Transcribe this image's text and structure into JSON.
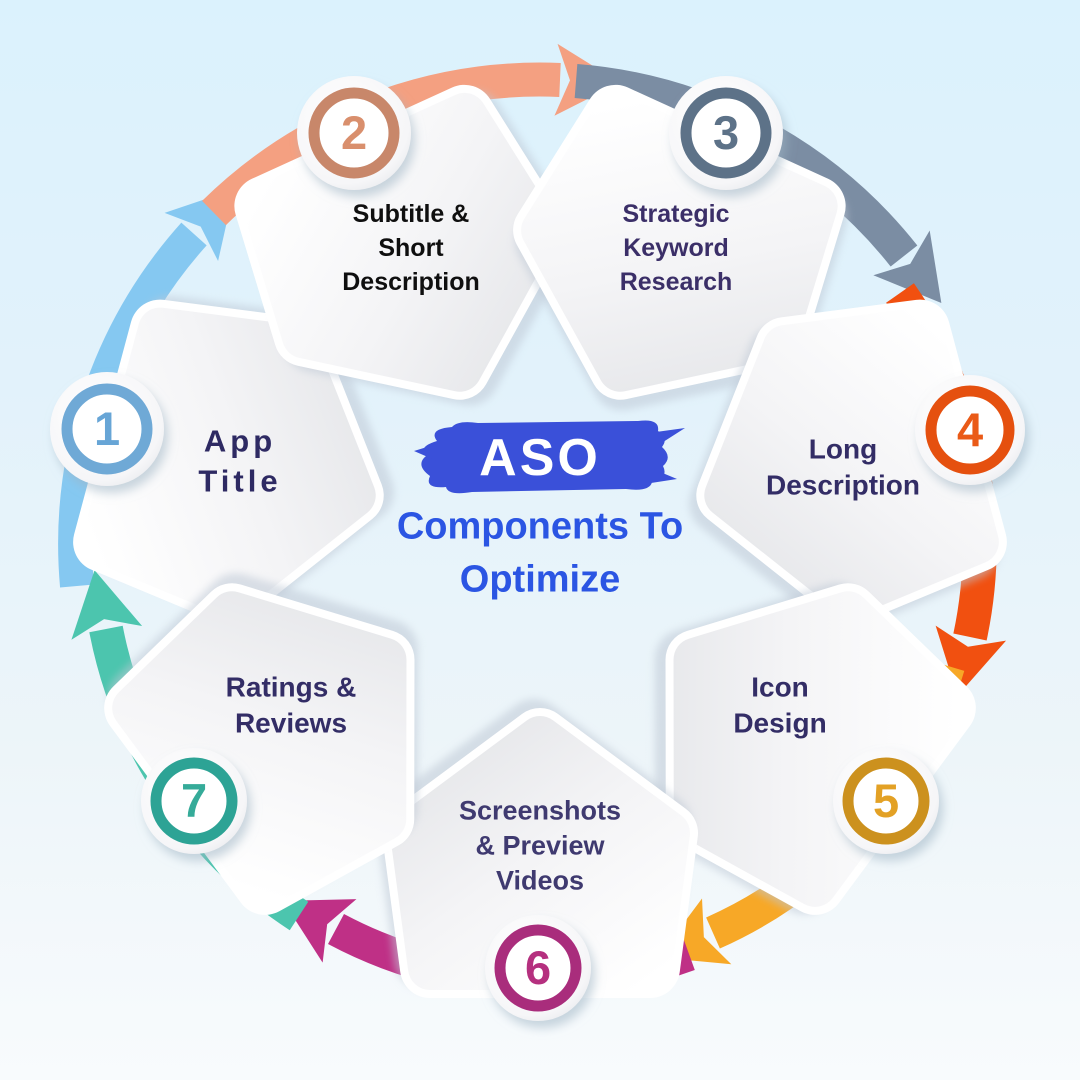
{
  "center": {
    "badge_text": "ASO",
    "badge_color": "#3a50d9",
    "badge_text_color": "#ffffff",
    "title_line1": "Components To",
    "title_line2": "Optimize",
    "title_color": "#2b55e3"
  },
  "segments": [
    {
      "number": "1",
      "label": "App Title",
      "label_lines": [
        "App",
        "Title"
      ],
      "label_color": "#2e2a63",
      "ring_color": "#6fa9d6",
      "number_color": "#67a5d6",
      "arrow_color": "#85c8f1"
    },
    {
      "number": "2",
      "label": "Subtitle & Short Description",
      "label_lines": [
        "Subtitle &",
        "Short",
        "Description"
      ],
      "label_color": "#0f0f0f",
      "ring_color": "#c8876a",
      "number_color": "#d98f6d",
      "arrow_color": "#f4a081"
    },
    {
      "number": "3",
      "label": "Strategic Keyword Research",
      "label_lines": [
        "Strategic",
        "Keyword",
        "Research"
      ],
      "label_color": "#3b2f68",
      "ring_color": "#5d7288",
      "number_color": "#5d7288",
      "arrow_color": "#7b8da3"
    },
    {
      "number": "4",
      "label": "Long Description",
      "label_lines": [
        "Long",
        "Description"
      ],
      "label_color": "#332d66",
      "ring_color": "#e5500f",
      "number_color": "#ea5a17",
      "arrow_color": "#f15010"
    },
    {
      "number": "5",
      "label": "Icon Design",
      "label_lines": [
        "Icon",
        "Design"
      ],
      "label_color": "#332d66",
      "ring_color": "#cc911e",
      "number_color": "#e3a125",
      "arrow_color": "#f7a827"
    },
    {
      "number": "6",
      "label": "Screenshots & Preview Videos",
      "label_lines": [
        "Screenshots",
        "& Preview",
        "Videos"
      ],
      "label_color": "#3f3a70",
      "ring_color": "#a92d7c",
      "number_color": "#b5307f",
      "arrow_color": "#bf3086"
    },
    {
      "number": "7",
      "label": "Ratings & Reviews",
      "label_lines": [
        "Ratings &",
        "Reviews"
      ],
      "label_color": "#332d66",
      "ring_color": "#2da395",
      "number_color": "#35ab99",
      "arrow_color": "#4cc5ae"
    }
  ]
}
